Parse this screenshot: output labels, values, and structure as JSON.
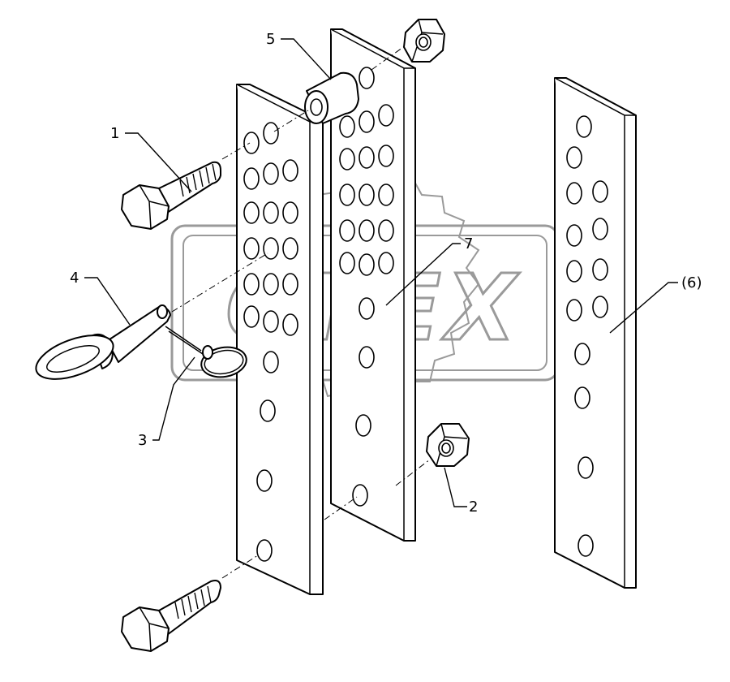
{
  "watermark": {
    "text": "OPEX"
  },
  "callouts": [
    {
      "id": "1",
      "label": "1"
    },
    {
      "id": "2",
      "label": "2"
    },
    {
      "id": "3",
      "label": "3"
    },
    {
      "id": "4",
      "label": "4"
    },
    {
      "id": "5",
      "label": "5"
    },
    {
      "id": "6",
      "label": "(6)"
    },
    {
      "id": "7",
      "label": "7"
    }
  ]
}
